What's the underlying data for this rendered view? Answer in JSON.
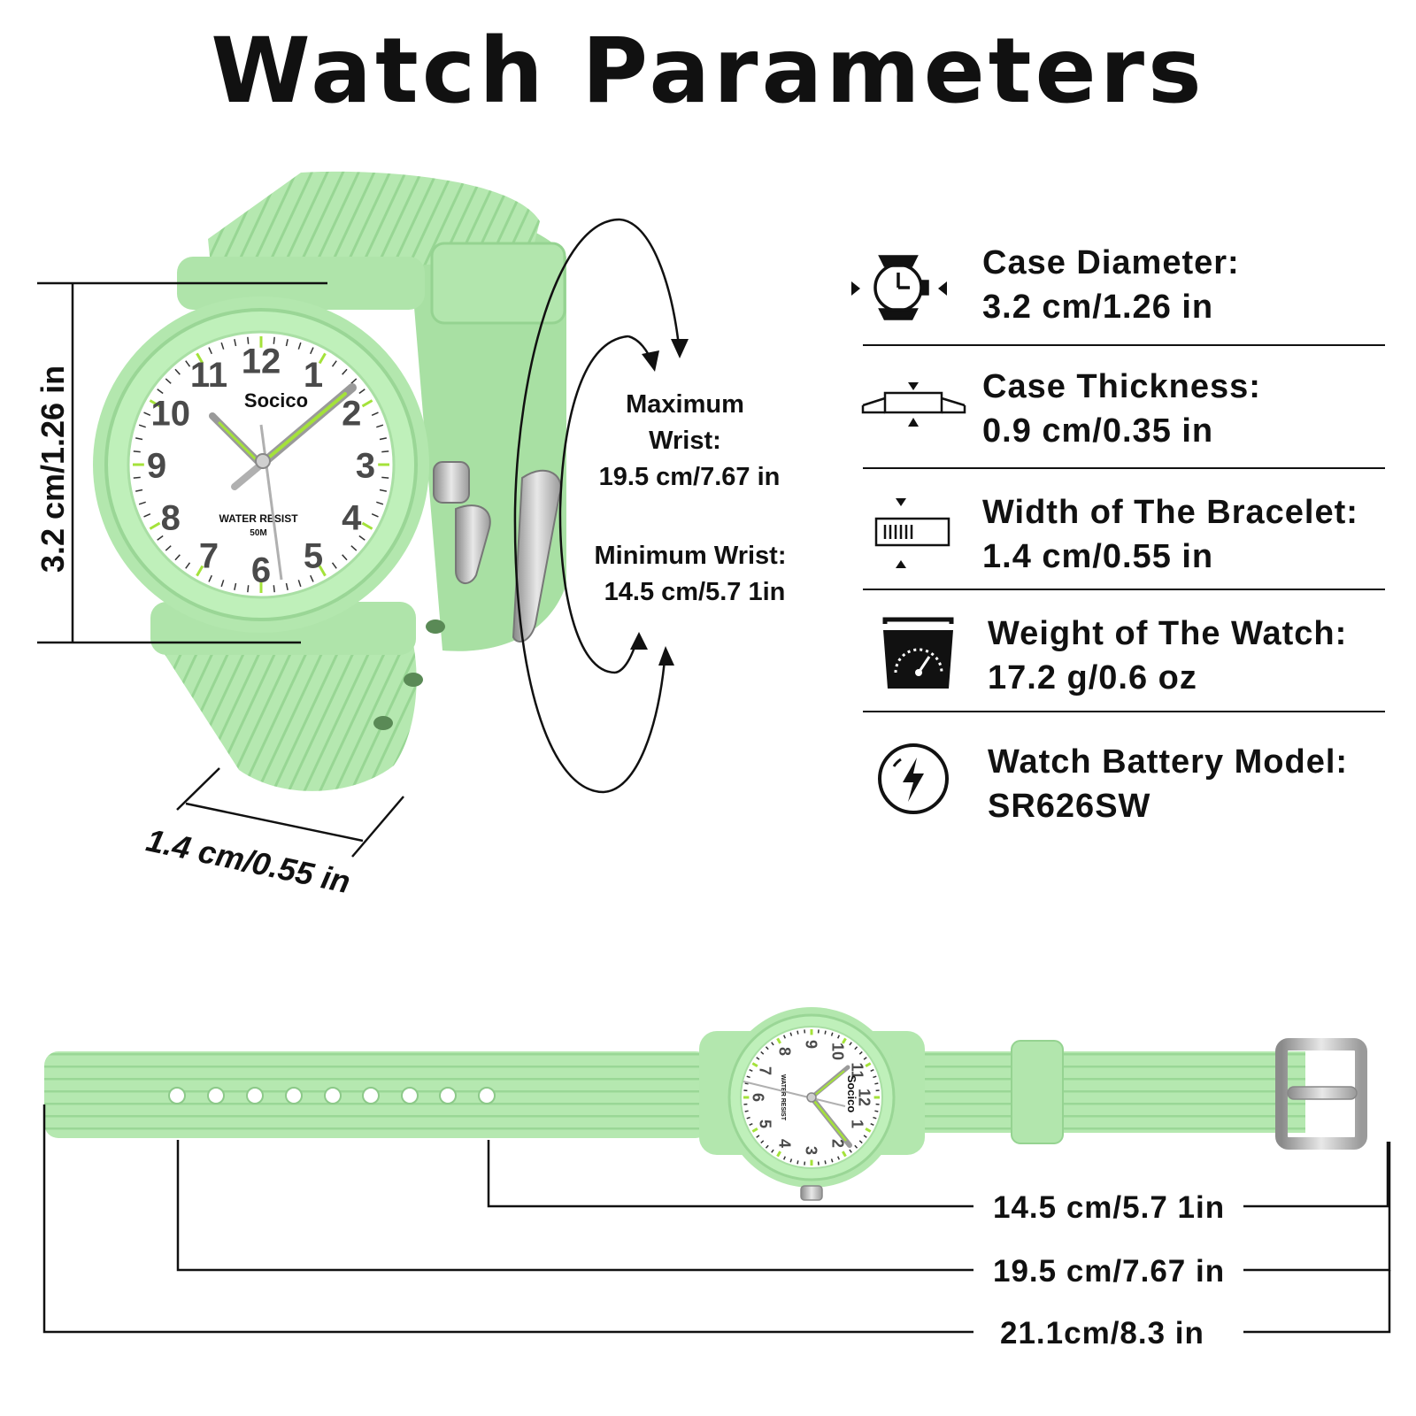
{
  "title": "Watch Parameters",
  "colors": {
    "strap": "#b5e8b0",
    "strap_dark": "#95d391",
    "ink": "#111111",
    "lume": "#a4e23a",
    "steel": "#b9b9b9"
  },
  "watch": {
    "brand": "Socico",
    "dial_line1": "WATER RESIST",
    "dial_line2": "50M",
    "numerals": [
      "12",
      "1",
      "2",
      "3",
      "4",
      "5",
      "6",
      "7",
      "8",
      "9",
      "10",
      "11"
    ]
  },
  "dimensions": {
    "case_height": "3.2 cm/1.26 in",
    "strap_width": "1.4 cm/0.55 in"
  },
  "wrist": {
    "max_label_line1": "Maximum",
    "max_label_line2": "Wrist:",
    "max_value": "19.5 cm/7.67 in",
    "min_label": "Minimum Wrist:",
    "min_value": "14.5 cm/5.7 1in"
  },
  "specs": [
    {
      "icon": "watch-case-icon",
      "title": "Case Diameter:",
      "value": "3.2 cm/1.26 in"
    },
    {
      "icon": "case-thickness-icon",
      "title": "Case Thickness:",
      "value": "0.9 cm/0.35 in"
    },
    {
      "icon": "bracelet-width-icon",
      "title": "Width of The Bracelet:",
      "value": "1.4 cm/0.55 in"
    },
    {
      "icon": "scale-icon",
      "title": "Weight of The Watch:",
      "value": "17.2 g/0.6 oz"
    },
    {
      "icon": "battery-bolt-icon",
      "title": "Watch Battery Model:",
      "value": "SR626SW"
    }
  ],
  "strap_lengths": [
    "14.5 cm/5.7 1in",
    "19.5 cm/7.67 in",
    "21.1cm/8.3 in"
  ]
}
